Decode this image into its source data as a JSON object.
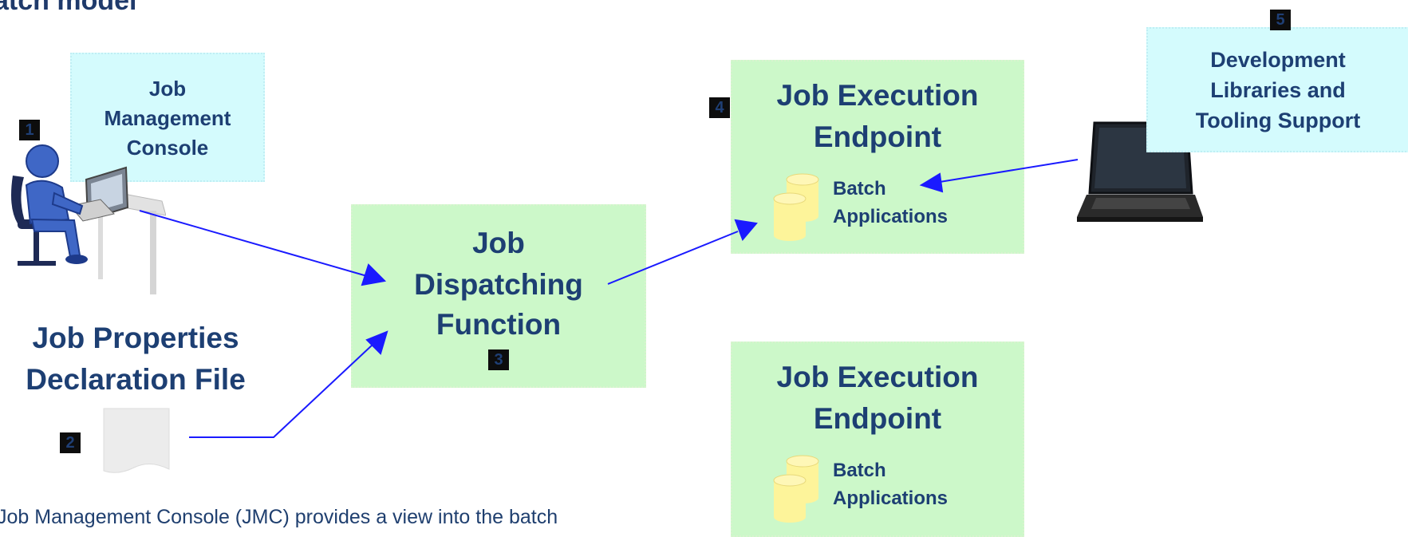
{
  "title": "atch model",
  "badges": {
    "b1": "1",
    "b2": "2",
    "b3": "3",
    "b4": "4",
    "b5": "5"
  },
  "jmc": {
    "line1": "Job",
    "line2": "Management",
    "line3": "Console"
  },
  "props": {
    "line1": "Job Properties",
    "line2": "Declaration File"
  },
  "dispatch": {
    "line1": "Job",
    "line2": "Dispatching",
    "line3": "Function"
  },
  "endpoint1": {
    "line1": "Job Execution",
    "line2": "Endpoint",
    "apps1": "Batch",
    "apps2": "Applications"
  },
  "endpoint2": {
    "line1": "Job Execution",
    "line2": "Endpoint",
    "apps1": "Batch",
    "apps2": "Applications"
  },
  "dev": {
    "line1": "Development",
    "line2": "Libraries and",
    "line3": "Tooling Support"
  },
  "caption": "Job Management Console (JMC) provides a view into the batch",
  "colors": {
    "box_green": "#ccf8c9",
    "box_cyan": "#d4fbfd",
    "text": "#1d3f73",
    "arrow": "#1a1aff",
    "db": "#fdf49a"
  }
}
